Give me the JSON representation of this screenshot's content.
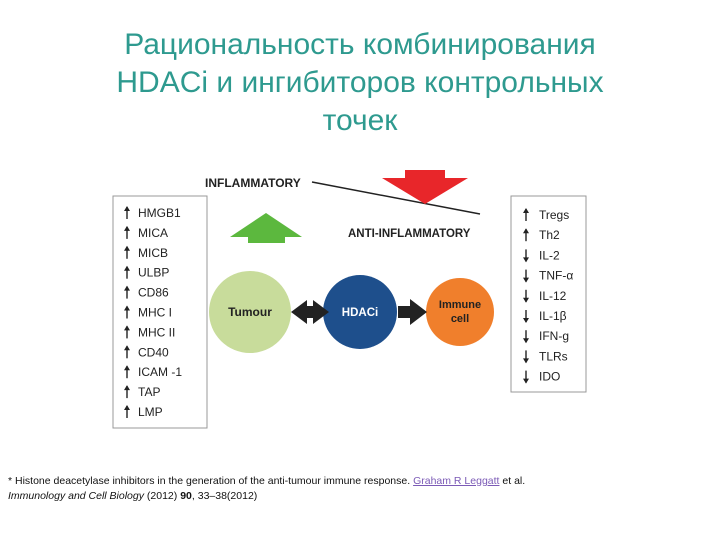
{
  "title": {
    "line1": "Рациональность комбинирования",
    "line2": "HDACi и ингибиторов контрольных",
    "line3": "точек"
  },
  "diagram": {
    "inflammatory_label": "INFLAMMATORY",
    "anti_inflammatory_label": "ANTI-INFLAMMATORY",
    "left_list": [
      "HMGB1",
      "MICA",
      "MICB",
      "ULBP",
      "CD86",
      "MHC I",
      "MHC II",
      "CD40",
      "ICAM -1",
      "TAP",
      "LMP"
    ],
    "right_list": [
      "Tregs",
      "Th2",
      "IL-2",
      "TNF-α",
      "IL-12",
      "IL-1β",
      "IFN-g",
      "TLRs",
      "IDO"
    ],
    "right_directions": [
      "up",
      "up",
      "down",
      "down",
      "down",
      "down",
      "down",
      "down",
      "down"
    ],
    "tumour_label": "Tumour",
    "hdaci_label": "HDACi",
    "immune_label_line1": "Immune",
    "immune_label_line2": "cell",
    "colors": {
      "green_arrow": "#5cb83e",
      "red_arrow": "#e8262a",
      "tumour": "#c8dc9b",
      "hdaci": "#1e4f8c",
      "immune": "#f07f2c",
      "title": "#2e9a8f"
    }
  },
  "footnote": {
    "prefix": "* Histone deacetylase inhibitors in the generation of the anti-tumour immune response.",
    "author_link": "Graham R Leggatt",
    "et_al": "et al.",
    "journal": "Immunology and Cell Biology",
    "year": "(2012)",
    "volume": "90",
    "pages": ", 33–38(2012)"
  }
}
